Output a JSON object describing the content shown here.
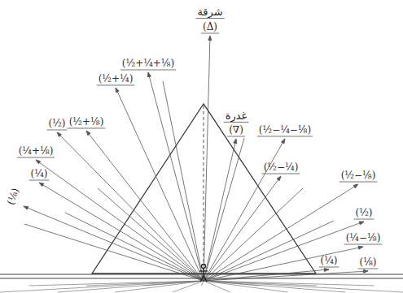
{
  "diagram": {
    "labels": [
      "شرقة",
      "(Δ)",
      "غدرة",
      "(∇)",
      "(½+¼+⅛)",
      "(½+¼)",
      "(½+⅛)",
      "(½)",
      "(¼+⅛)",
      "(¼)",
      "(⅛)",
      "(½−¼−⅛)",
      "(½−¼)",
      "(½−⅛)",
      "(½)",
      "(¼−⅛)",
      "(¼)",
      "(⅛)"
    ]
  }
}
